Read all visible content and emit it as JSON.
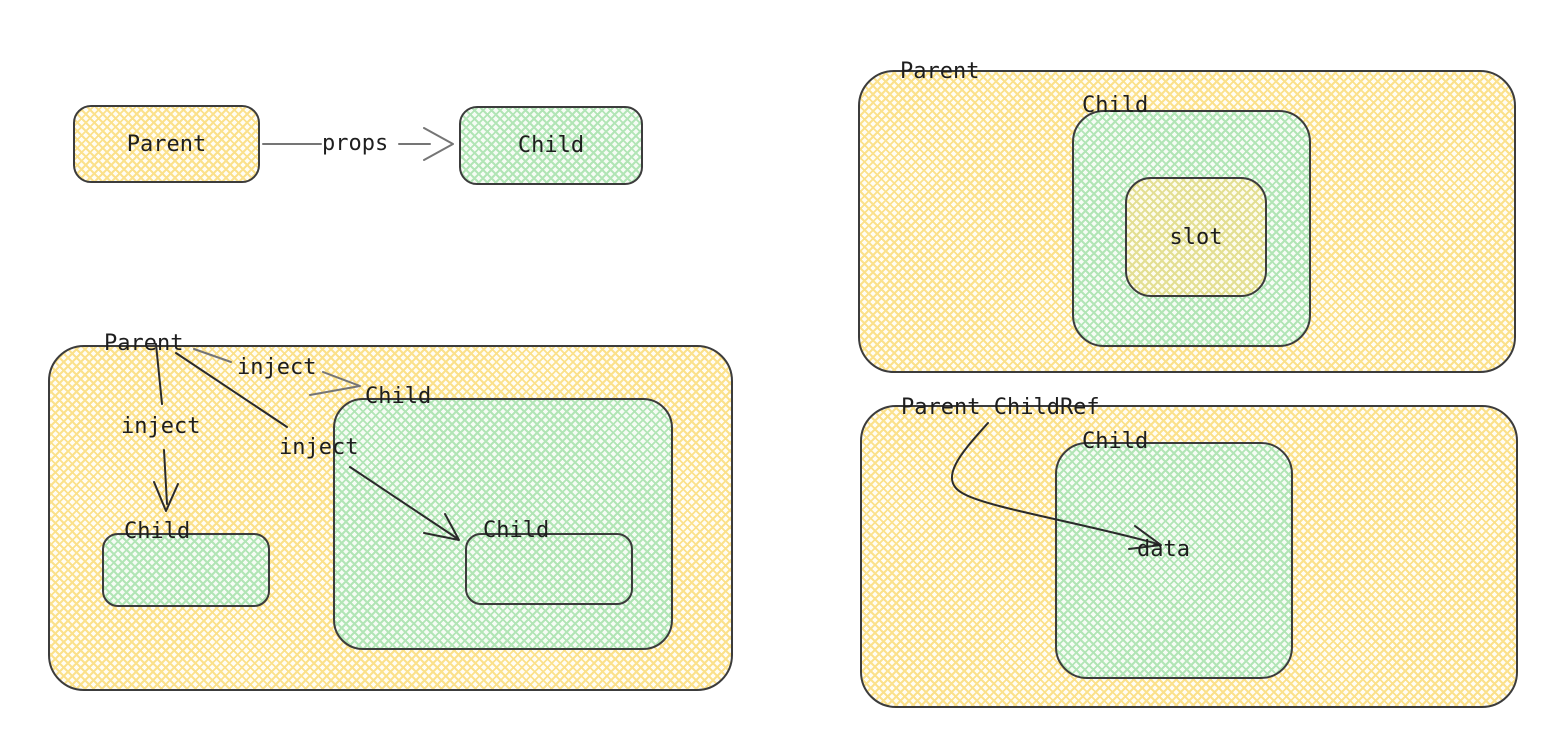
{
  "colors": {
    "stroke": "#3c3c3c",
    "text": "#1e1e1e",
    "arrow_gray": "#757575",
    "arrow_dark": "#2b2b2b",
    "parent_base": "#fffdf4",
    "parent_hatch": "#fbe18c",
    "child_base": "#f6fcf5",
    "child_hatch": "#b2e5b6",
    "slot_base": "#fdfcee",
    "slot_hatch": "#e3df93"
  },
  "props_diagram": {
    "parent": "Parent",
    "child": "Child",
    "arrow": "props"
  },
  "inject_diagram": {
    "parent": "Parent",
    "left_child": "Child",
    "outer_child": "Child",
    "nested_child": "Child",
    "arrow_to_left_child": "inject",
    "arrow_to_outer_child": "inject",
    "arrow_to_nested_child": "inject"
  },
  "slot_diagram": {
    "parent": "Parent",
    "child": "Child",
    "slot": "slot"
  },
  "ref_diagram": {
    "parent": "Parent ChildRef",
    "child": "Child",
    "data": "data"
  }
}
